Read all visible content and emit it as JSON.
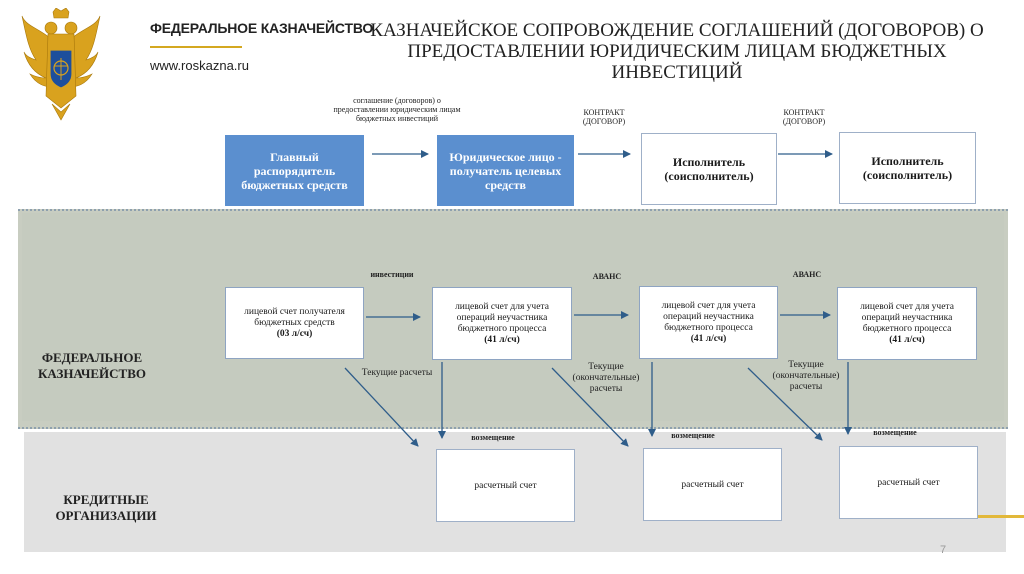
{
  "header": {
    "org_name": "ФЕДЕРАЛЬНОЕ КАЗНАЧЕЙСТВО",
    "website": "www.roskazna.ru",
    "title": "КАЗНАЧЕЙСКОЕ СОПРОВОЖДЕНИЕ СОГЛАШЕНИЙ (ДОГОВОРОВ) О ПРЕДОСТАВЛЕНИИ ЮРИДИЧЕСКИМ ЛИЦАМ БЮДЖЕТНЫХ ИНВЕСТИЦИЙ"
  },
  "participants": {
    "p1": "Главный распорядитель бюджетных средств",
    "p2": "Юридическое лицо - получатель целевых средств",
    "p3": "Исполнитель (соисполнитель)",
    "p4": "Исполнитель (соисполнитель)"
  },
  "arrow_labels": {
    "agreement": "соглашение (договоров) о предоставлении юридическим лицам бюджетных инвестиций",
    "contract1": "КОНТРАКТ (ДОГОВОР)",
    "contract2": "КОНТРАКТ (ДОГОВОР)",
    "investments": "инвестиции",
    "advance1": "АВАНС",
    "advance2": "АВАНС",
    "current1": "Текущие расчеты",
    "current2": "Текущие (окончательные) расчеты",
    "current3": "Текущие (окончательные) расчеты",
    "reimb1": "возмещение",
    "reimb2": "возмещение",
    "reimb3": "возмещение"
  },
  "bands": {
    "federal": "ФЕДЕРАЛЬНОЕ КАЗНАЧЕЙСТВО",
    "credit": "КРЕДИТНЫЕ ОРГАНИЗАЦИИ"
  },
  "accounts": {
    "a1_text": "лицевой счет получателя бюджетных средств",
    "a1_code": "(03 л/сч)",
    "a2_text": "лицевой счет для учета операций неучастника бюджетного процесса",
    "a2_code": "(41 л/сч)",
    "a3_text": "лицевой счет для учета операций неучастника бюджетного процесса",
    "a3_code": "(41 л/сч)",
    "a4_text": "лицевой счет для учета операций неучастника бюджетного процесса",
    "a4_code": "(41 л/сч)"
  },
  "settlement": {
    "s1": "расчетный счет",
    "s2": "расчетный счет",
    "s3": "расчетный счет"
  },
  "page_number": "7",
  "colors": {
    "blue_box": "#5b8fcf",
    "federal_band": "#c8cdc1",
    "credit_band": "#e1e1e1",
    "arrow": "#2f5d8a",
    "gold": "#d4a820"
  }
}
